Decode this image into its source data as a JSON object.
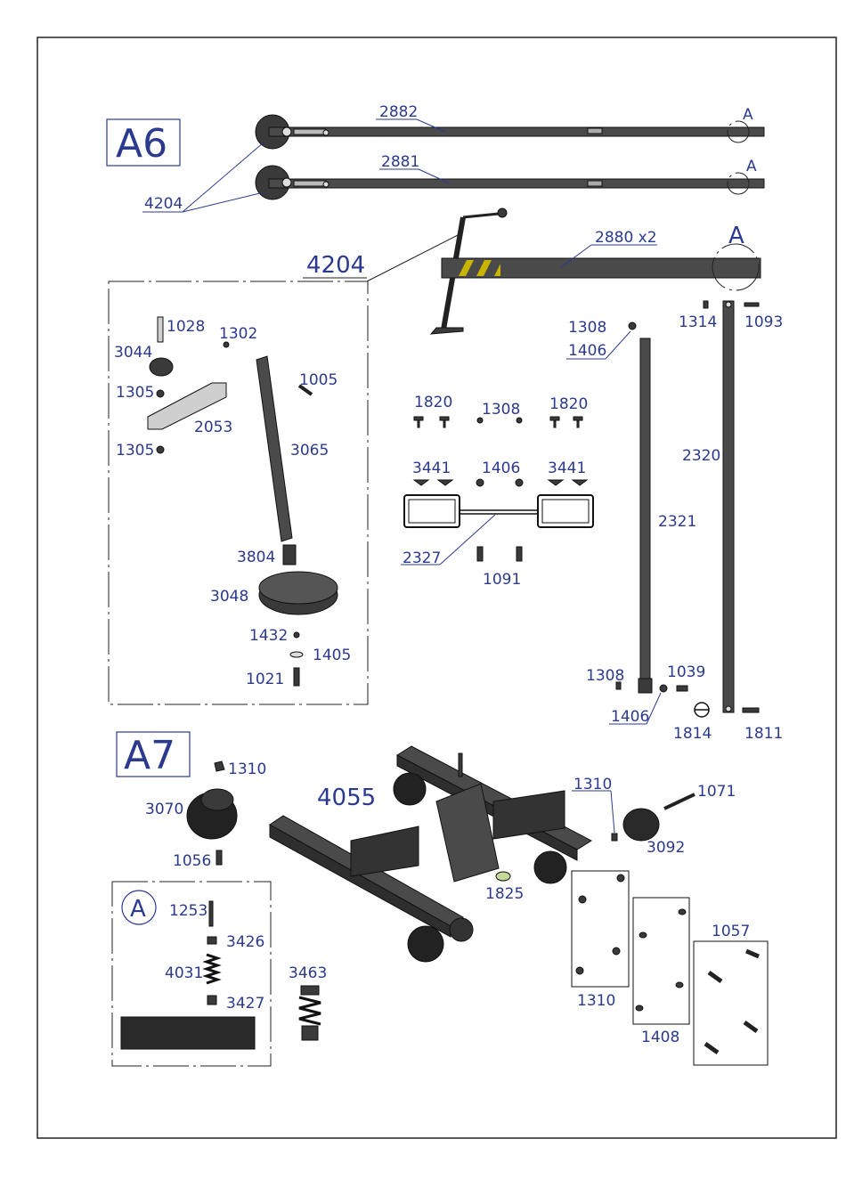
{
  "sections": {
    "a6": "A6",
    "a7": "A7",
    "detail_a": "A"
  },
  "detail_markers": [
    "A",
    "A",
    "A"
  ],
  "labels": {
    "l2882": "2882",
    "l2881": "2881",
    "l4204a": "4204",
    "l2880": "2880 x2",
    "l4204b": "4204",
    "l1028": "1028",
    "l1302": "1302",
    "l3044": "3044",
    "l1305a": "1305",
    "l1005": "1005",
    "l2053": "2053",
    "l1305b": "1305",
    "l3065": "3065",
    "l3804": "3804",
    "l3048": "3048",
    "l1432": "1432",
    "l1405": "1405",
    "l1021": "1021",
    "l1820a": "1820",
    "l1308a": "1308",
    "l1820b": "1820",
    "l3441a": "3441",
    "l1406a": "1406",
    "l3441b": "3441",
    "l2327": "2327",
    "l1091": "1091",
    "l1308b": "1308",
    "l1406b": "1406",
    "l1314": "1314",
    "l1093": "1093",
    "l2320": "2320",
    "l2321": "2321",
    "l1308c": "1308",
    "l1039": "1039",
    "l1406c": "1406",
    "l1814": "1814",
    "l1811": "1811",
    "l1310a": "1310",
    "l4055": "4055",
    "l3070": "3070",
    "l1056": "1056",
    "l1310b": "1310",
    "l1071": "1071",
    "l3092": "3092",
    "l1825": "1825",
    "l1253": "1253",
    "l3426": "3426",
    "l4031": "4031",
    "l3427": "3427",
    "l3463": "3463",
    "l1310c": "1310",
    "l1408": "1408",
    "l1057": "1057"
  },
  "colors": {
    "callout": "#2b3a8f",
    "hazard_yellow": "#c9b400",
    "frame": "#222222",
    "pad_green": "#c7d99a"
  }
}
